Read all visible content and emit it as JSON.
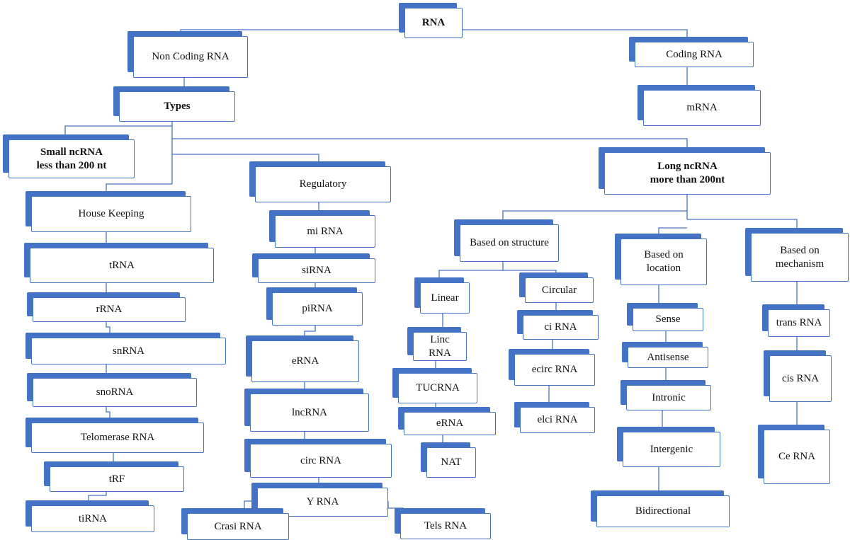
{
  "diagram": {
    "root": "RNA",
    "non_coding": "Non Coding RNA",
    "coding": "Coding RNA",
    "mrna": "mRNA",
    "types": "Types",
    "small": "Small ncRNA\nless than 200 nt",
    "long": "Long ncRNA\nmore than 200nt",
    "house_keeping": "House Keeping",
    "house_keeping_items": [
      "tRNA",
      "rRNA",
      "snRNA",
      "snoRNA",
      "Telomerase RNA",
      "tRF",
      "tiRNA"
    ],
    "regulatory": "Regulatory",
    "regulatory_items": [
      "mi RNA",
      "siRNA",
      "piRNA",
      "eRNA",
      "lncRNA",
      "circ RNA",
      "Y RNA"
    ],
    "yrna_children": [
      "Crasi RNA",
      "Tels RNA"
    ],
    "structure": "Based on structure",
    "linear": "Linear",
    "linear_items": [
      "Linc\nRNA",
      "TUCRNA",
      "eRNA",
      "NAT"
    ],
    "circular": "Circular",
    "circular_items": [
      "ci RNA",
      "ecirc RNA",
      "elci RNA"
    ],
    "location": "Based on\nlocation",
    "location_items": [
      "Sense",
      "Antisense",
      "Intronic",
      "Intergenic",
      "Bidirectional"
    ],
    "mechanism": "Based on\nmechanism",
    "mechanism_items": [
      "trans RNA",
      "cis RNA",
      "Ce RNA"
    ],
    "colors": {
      "box_accent": "#4472c4",
      "line": "#4472c4"
    }
  }
}
